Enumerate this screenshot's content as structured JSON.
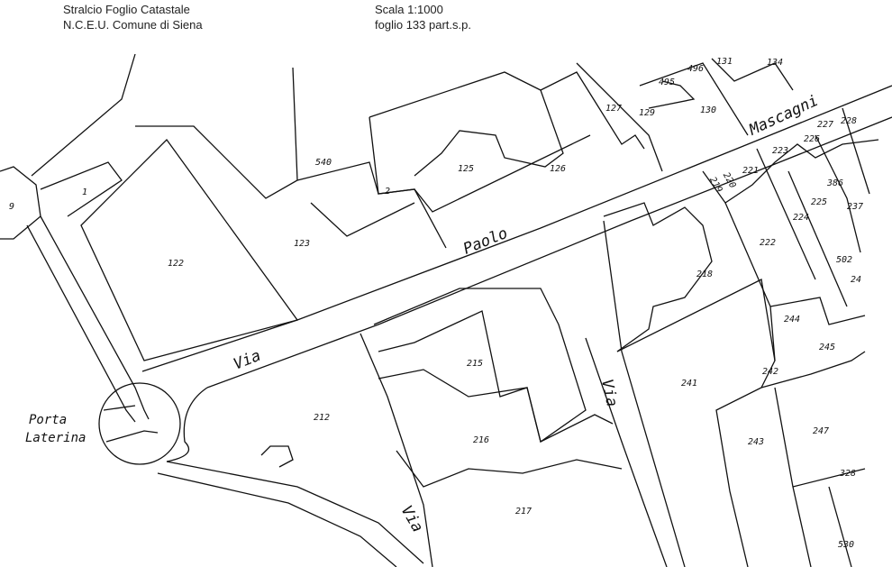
{
  "header": {
    "title_line1": "Stralcio Foglio Catastale",
    "title_line2": "N.C.E.U.  Comune di Siena",
    "scale": "Scala 1:1000",
    "sheet": "foglio 133 part.s.p."
  },
  "streets": {
    "via_paolo_via": "Via",
    "via_paolo_name": "Paolo",
    "mascagni": "Mascagni",
    "via_vertical": "Via",
    "via_bottom": "Via"
  },
  "landmark": {
    "line1": "Porta",
    "line2": "Laterina"
  },
  "parcels": {
    "p9": "9",
    "p1": "1",
    "p122": "122",
    "p123": "123",
    "p540": "540",
    "p2": "2",
    "p125": "125",
    "p126": "126",
    "p127": "127",
    "p129": "129",
    "p495": "495",
    "p496": "496",
    "p131": "131",
    "p134": "134",
    "p130": "130",
    "p223": "223",
    "p227": "227",
    "p228": "228",
    "p226": "226",
    "p221": "221",
    "p220": "220",
    "p219": "219",
    "p386": "386",
    "p225": "225",
    "p224": "224",
    "p237": "237",
    "p222": "222",
    "p218": "218",
    "p502": "502",
    "p24x": "24",
    "p244": "244",
    "p245": "245",
    "p242": "242",
    "p241": "241",
    "p247": "247",
    "p243": "243",
    "p215": "215",
    "p216": "216",
    "p212": "212",
    "p217": "217",
    "p328": "328",
    "p530": "530"
  }
}
